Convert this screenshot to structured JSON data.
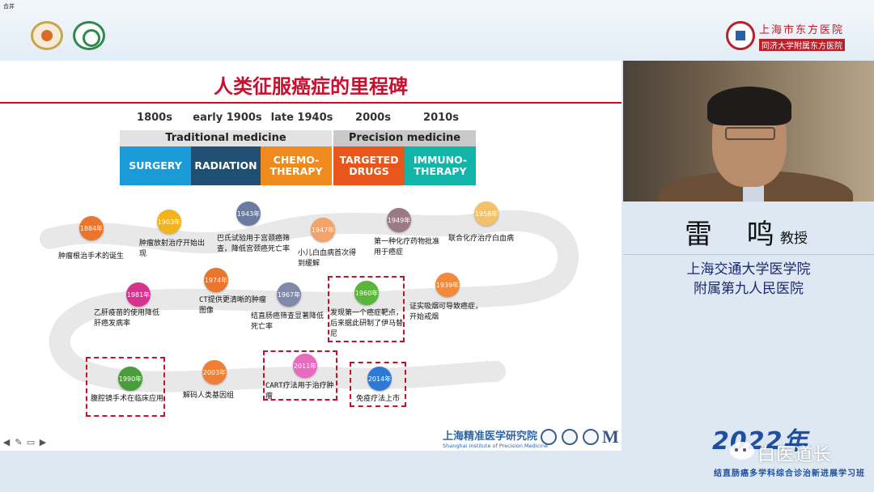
{
  "window": {
    "corner_label": "合并"
  },
  "hospital": {
    "name_cn": "上海市东方医院",
    "name_sub": "同济大学附属东方医院"
  },
  "slide": {
    "title": "人类征服癌症的里程碑",
    "decades": [
      "1800s",
      "early 1900s",
      "late 1940s",
      "2000s",
      "2010s"
    ],
    "groups": {
      "traditional": "Traditional medicine",
      "precision": "Precision medicine"
    },
    "categories": [
      {
        "label": "SURGERY",
        "color": "#1a9ad6"
      },
      {
        "label": "RADIATION",
        "color": "#1f4f72"
      },
      {
        "label": "CHEMO-\nTHERAPY",
        "color": "#ef8a1e"
      },
      {
        "label": "TARGETED\nDRUGS",
        "color": "#e8561b"
      },
      {
        "label": "IMMUNO-\nTHERAPY",
        "color": "#13b5a8"
      }
    ],
    "milestones": [
      {
        "year": "1884年",
        "text": "肿瘤根治手术的诞生",
        "color": "#e9762c"
      },
      {
        "year": "1903年",
        "text": "肿瘤放射治疗开始出现",
        "color": "#f2b31c"
      },
      {
        "year": "1943年",
        "text": "巴氏试验用于宫颈癌筛查，降低宫颈癌死亡率",
        "color": "#6b7aa1"
      },
      {
        "year": "1947年",
        "text": "小儿白血病首次得到缓解",
        "color": "#f2a36a"
      },
      {
        "year": "1949年",
        "text": "第一种化疗药物批准用于癌症",
        "color": "#9a7a86"
      },
      {
        "year": "1958年",
        "text": "联合化疗治疗白血病",
        "color": "#f2c16a"
      },
      {
        "year": "1981年",
        "text": "乙肝疫苗的使用降低肝癌发病率",
        "color": "#d6338f"
      },
      {
        "year": "1974年",
        "text": "CT提供更清晰的肿瘤图像",
        "color": "#e9762c"
      },
      {
        "year": "1967年",
        "text": "结直肠癌筛查显著降低死亡率",
        "color": "#7f8aa8"
      },
      {
        "year": "1960年",
        "text": "发现第一个癌症靶点，后来据此研制了伊马替尼",
        "color": "#5ab53a"
      },
      {
        "year": "1939年",
        "text": "证实吸烟可导致癌症，开始戒烟",
        "color": "#f28a3a"
      },
      {
        "year": "1990年",
        "text": "腹腔镜手术在临床应用",
        "color": "#4a9b3a"
      },
      {
        "year": "2003年",
        "text": "解码人类基因组",
        "color": "#ef7f32"
      },
      {
        "year": "2011年",
        "text": "CART疗法用于治疗肿瘤",
        "color": "#e66ac0"
      },
      {
        "year": "2014年",
        "text": "免疫疗法上市",
        "color": "#2f79d6"
      }
    ],
    "footer": {
      "institute_cn": "上海精准医学研究院",
      "institute_en": "Shanghai Institute of Precision Medicine",
      "m_logo": "M"
    }
  },
  "speaker": {
    "name": "雷 鸣",
    "title": "教授",
    "affiliation_line1": "上海交通大学医学院",
    "affiliation_line2": "附属第九人民医院"
  },
  "event": {
    "year": "2022年",
    "subtitle": "结直肠癌多学科综合诊治新进展学习班"
  },
  "watermark": "白医道长",
  "toolbar": {
    "icons": [
      "back-arrow-icon",
      "pen-icon",
      "screen-icon",
      "forward-arrow-icon"
    ]
  }
}
